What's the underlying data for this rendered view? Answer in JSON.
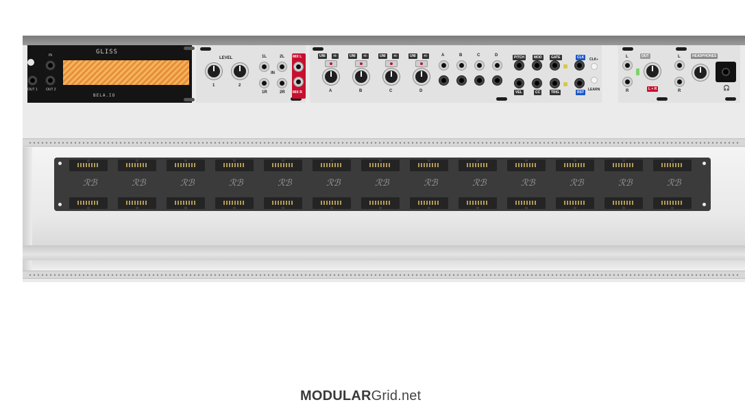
{
  "brand": {
    "bold": "MODULAR",
    "regular": "Grid.net"
  },
  "modules": {
    "gliss": {
      "title": "GLISS",
      "footer": "BELA.IO",
      "in_label": "IN",
      "out1_label": "OUT 1",
      "out2_label": "OUT 2"
    },
    "mixer": {
      "level_label": "LEVEL",
      "knob1_label": "1",
      "knob2_label": "2",
      "in_label": "IN",
      "in_1l": "1L",
      "in_1r": "1R",
      "in_2l": "2L",
      "in_2r": "2R",
      "mix_l": "MIX L",
      "mix_r": "MIX R"
    },
    "attenuverter": {
      "uni_label": "UNI",
      "bi_label": "+/-",
      "channels": [
        "A",
        "B",
        "C",
        "D"
      ]
    },
    "midi": {
      "pitch": "PITCH",
      "mod": "MOD",
      "gate": "GATE",
      "clk": "CLK",
      "vel": "VEL",
      "cc": "CC",
      "trig": "TRIG",
      "rst": "RST",
      "clk_div": "CLK÷",
      "learn": "LEARN"
    },
    "output": {
      "l_label": "L",
      "r_label": "R",
      "out_label": "OUT",
      "lr_label": "L + R"
    },
    "headphones": {
      "title": "HEADPHONES",
      "l_label": "L",
      "r_label": "R"
    }
  },
  "busboard": {
    "logo": "ℛℬ",
    "connector_count": 13
  },
  "colors": {
    "screen_orange": "#f2a24d",
    "accent_red": "#c8102e",
    "accent_blue": "#1a56c8"
  }
}
